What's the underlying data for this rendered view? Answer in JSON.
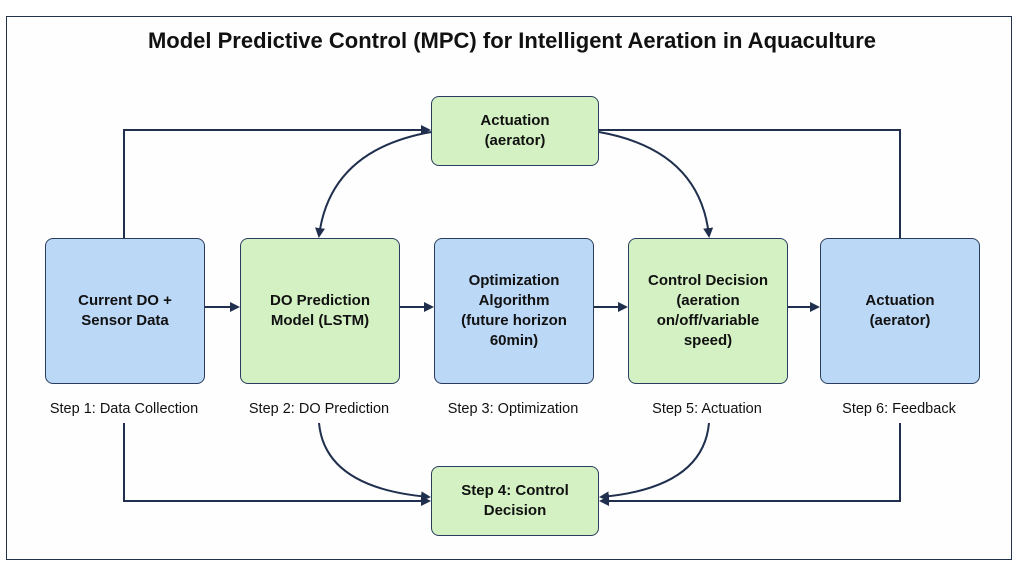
{
  "title": "Model Predictive Control (MPC) for Intelligent Aeration in Aquaculture",
  "colors": {
    "blue_box": "#bcd8f7",
    "green_box": "#d3f1c3",
    "line": "#1f2f4d"
  },
  "top_node": {
    "label": "Actuation\n(aerator)"
  },
  "bottom_node": {
    "label": "Step 4: Control\nDecision"
  },
  "nodes": [
    {
      "label": "Current DO +\nSensor Data",
      "step": "Step 1: Data Collection"
    },
    {
      "label": "DO Prediction\nModel (LSTM)",
      "step": "Step 2: DO Prediction"
    },
    {
      "label": "Optimization\nAlgorithm\n(future horizon\n60min)",
      "step": "Step 3: Optimization"
    },
    {
      "label": "Control Decision\n(aeration\non/off/variable\nspeed)",
      "step": "Step 5: Actuation"
    },
    {
      "label": "Actuation\n(aerator)",
      "step": "Step 6: Feedback"
    }
  ]
}
